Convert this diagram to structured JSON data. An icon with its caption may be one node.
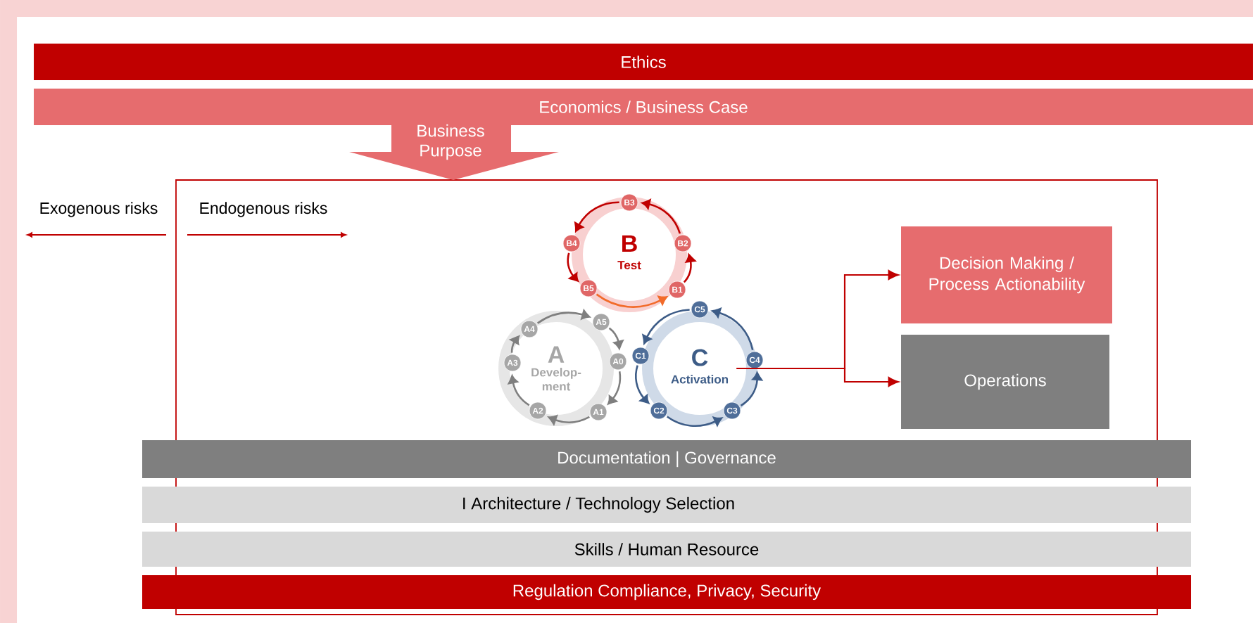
{
  "diagram": {
    "nodes": [
      {
        "text": [
          "Ethics"
        ]
      },
      {
        "text": [
          "Economics / Business Case"
        ]
      },
      {
        "text": [
          "Business Purpose"
        ]
      },
      {
        "text": [
          "B",
          "Test"
        ]
      },
      {
        "text": [
          "B1"
        ]
      },
      {
        "text": [
          "B2"
        ]
      },
      {
        "text": [
          "B3"
        ]
      },
      {
        "text": [
          "B4"
        ]
      },
      {
        "text": [
          "B5"
        ]
      },
      {
        "text": [
          "A",
          "Develop- ment"
        ]
      },
      {
        "text": [
          "A0"
        ]
      },
      {
        "text": [
          "A1"
        ]
      },
      {
        "text": [
          "A2"
        ]
      },
      {
        "text": [
          "A3"
        ]
      },
      {
        "text": [
          "A4"
        ]
      },
      {
        "text": [
          "A5"
        ]
      },
      {
        "text": [
          "C",
          "Activation"
        ]
      },
      {
        "text": [
          "C1"
        ]
      },
      {
        "text": [
          "C2"
        ]
      },
      {
        "text": [
          "C3"
        ]
      },
      {
        "text": [
          "C4"
        ]
      },
      {
        "text": [
          "C5"
        ]
      },
      {
        "text": [
          "Decision Making / Process Actionability"
        ]
      },
      {
        "text": [
          "Operations"
        ]
      },
      {
        "text": [
          "Documentation | Governance"
        ]
      },
      {
        "text": [
          "I Architecture / Technology Selection"
        ]
      },
      {
        "text": [
          "Skills / Human Resource"
        ]
      },
      {
        "text": [
          "Regulation Compliance, Privacy, Security"
        ]
      }
    ],
    "edges": [
      {
        "from": 4,
        "to": 5,
        "arrow": "to"
      },
      {
        "from": 5,
        "to": 6,
        "arrow": "to"
      },
      {
        "from": 6,
        "to": 7,
        "arrow": "to"
      },
      {
        "from": 7,
        "to": 8,
        "arrow": "to"
      },
      {
        "from": 8,
        "to": 4,
        "arrow": "to",
        "color": "#f26b2a"
      },
      {
        "from": 10,
        "to": 11,
        "arrow": "to",
        "color": "#7f7f7f"
      },
      {
        "from": 11,
        "to": 12,
        "arrow": "to",
        "color": "#7f7f7f"
      },
      {
        "from": 12,
        "to": 13,
        "arrow": "to",
        "color": "#7f7f7f"
      },
      {
        "from": 13,
        "to": 14,
        "arrow": "to",
        "color": "#7f7f7f"
      },
      {
        "from": 14,
        "to": 15,
        "arrow": "to",
        "color": "#7f7f7f"
      },
      {
        "from": 15,
        "to": 10,
        "arrow": "to",
        "color": "#7f7f7f"
      },
      {
        "from": 17,
        "to": 18,
        "arrow": "to",
        "color": "#3d5c87"
      },
      {
        "from": 18,
        "to": 19,
        "arrow": "to",
        "color": "#3d5c87"
      },
      {
        "from": 19,
        "to": 20,
        "arrow": "to",
        "color": "#3d5c87"
      },
      {
        "from": 20,
        "to": 21,
        "arrow": "to",
        "color": "#3d5c87"
      },
      {
        "from": 21,
        "to": 17,
        "arrow": "to",
        "color": "#3d5c87"
      },
      {
        "from": 16,
        "to": 22,
        "arrow": "to"
      },
      {
        "from": 16,
        "to": 23,
        "arrow": "to"
      }
    ],
    "labels": [
      "Exogenous risks",
      "Endogenous risks"
    ]
  }
}
